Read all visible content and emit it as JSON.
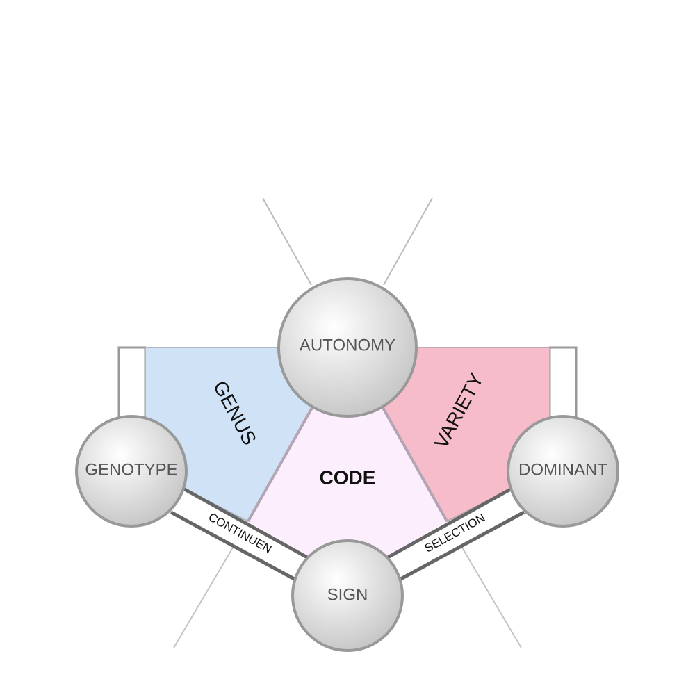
{
  "nodes": {
    "top": "AUTONOMY",
    "left": "GENOTYPE",
    "right": "DOMINANT",
    "bottom": "SIGN"
  },
  "regions": {
    "left": "GENUS",
    "right": "VARIETY",
    "center": "CODE"
  },
  "bands": {
    "left": "CONTINUEN",
    "right": "SELECTION"
  },
  "colors": {
    "left_region": "#cfe2f6",
    "right_region": "#f6bcc9",
    "center_region": "#fdeefd",
    "node_fill": "#d9d9d9",
    "node_stroke": "#999999"
  }
}
